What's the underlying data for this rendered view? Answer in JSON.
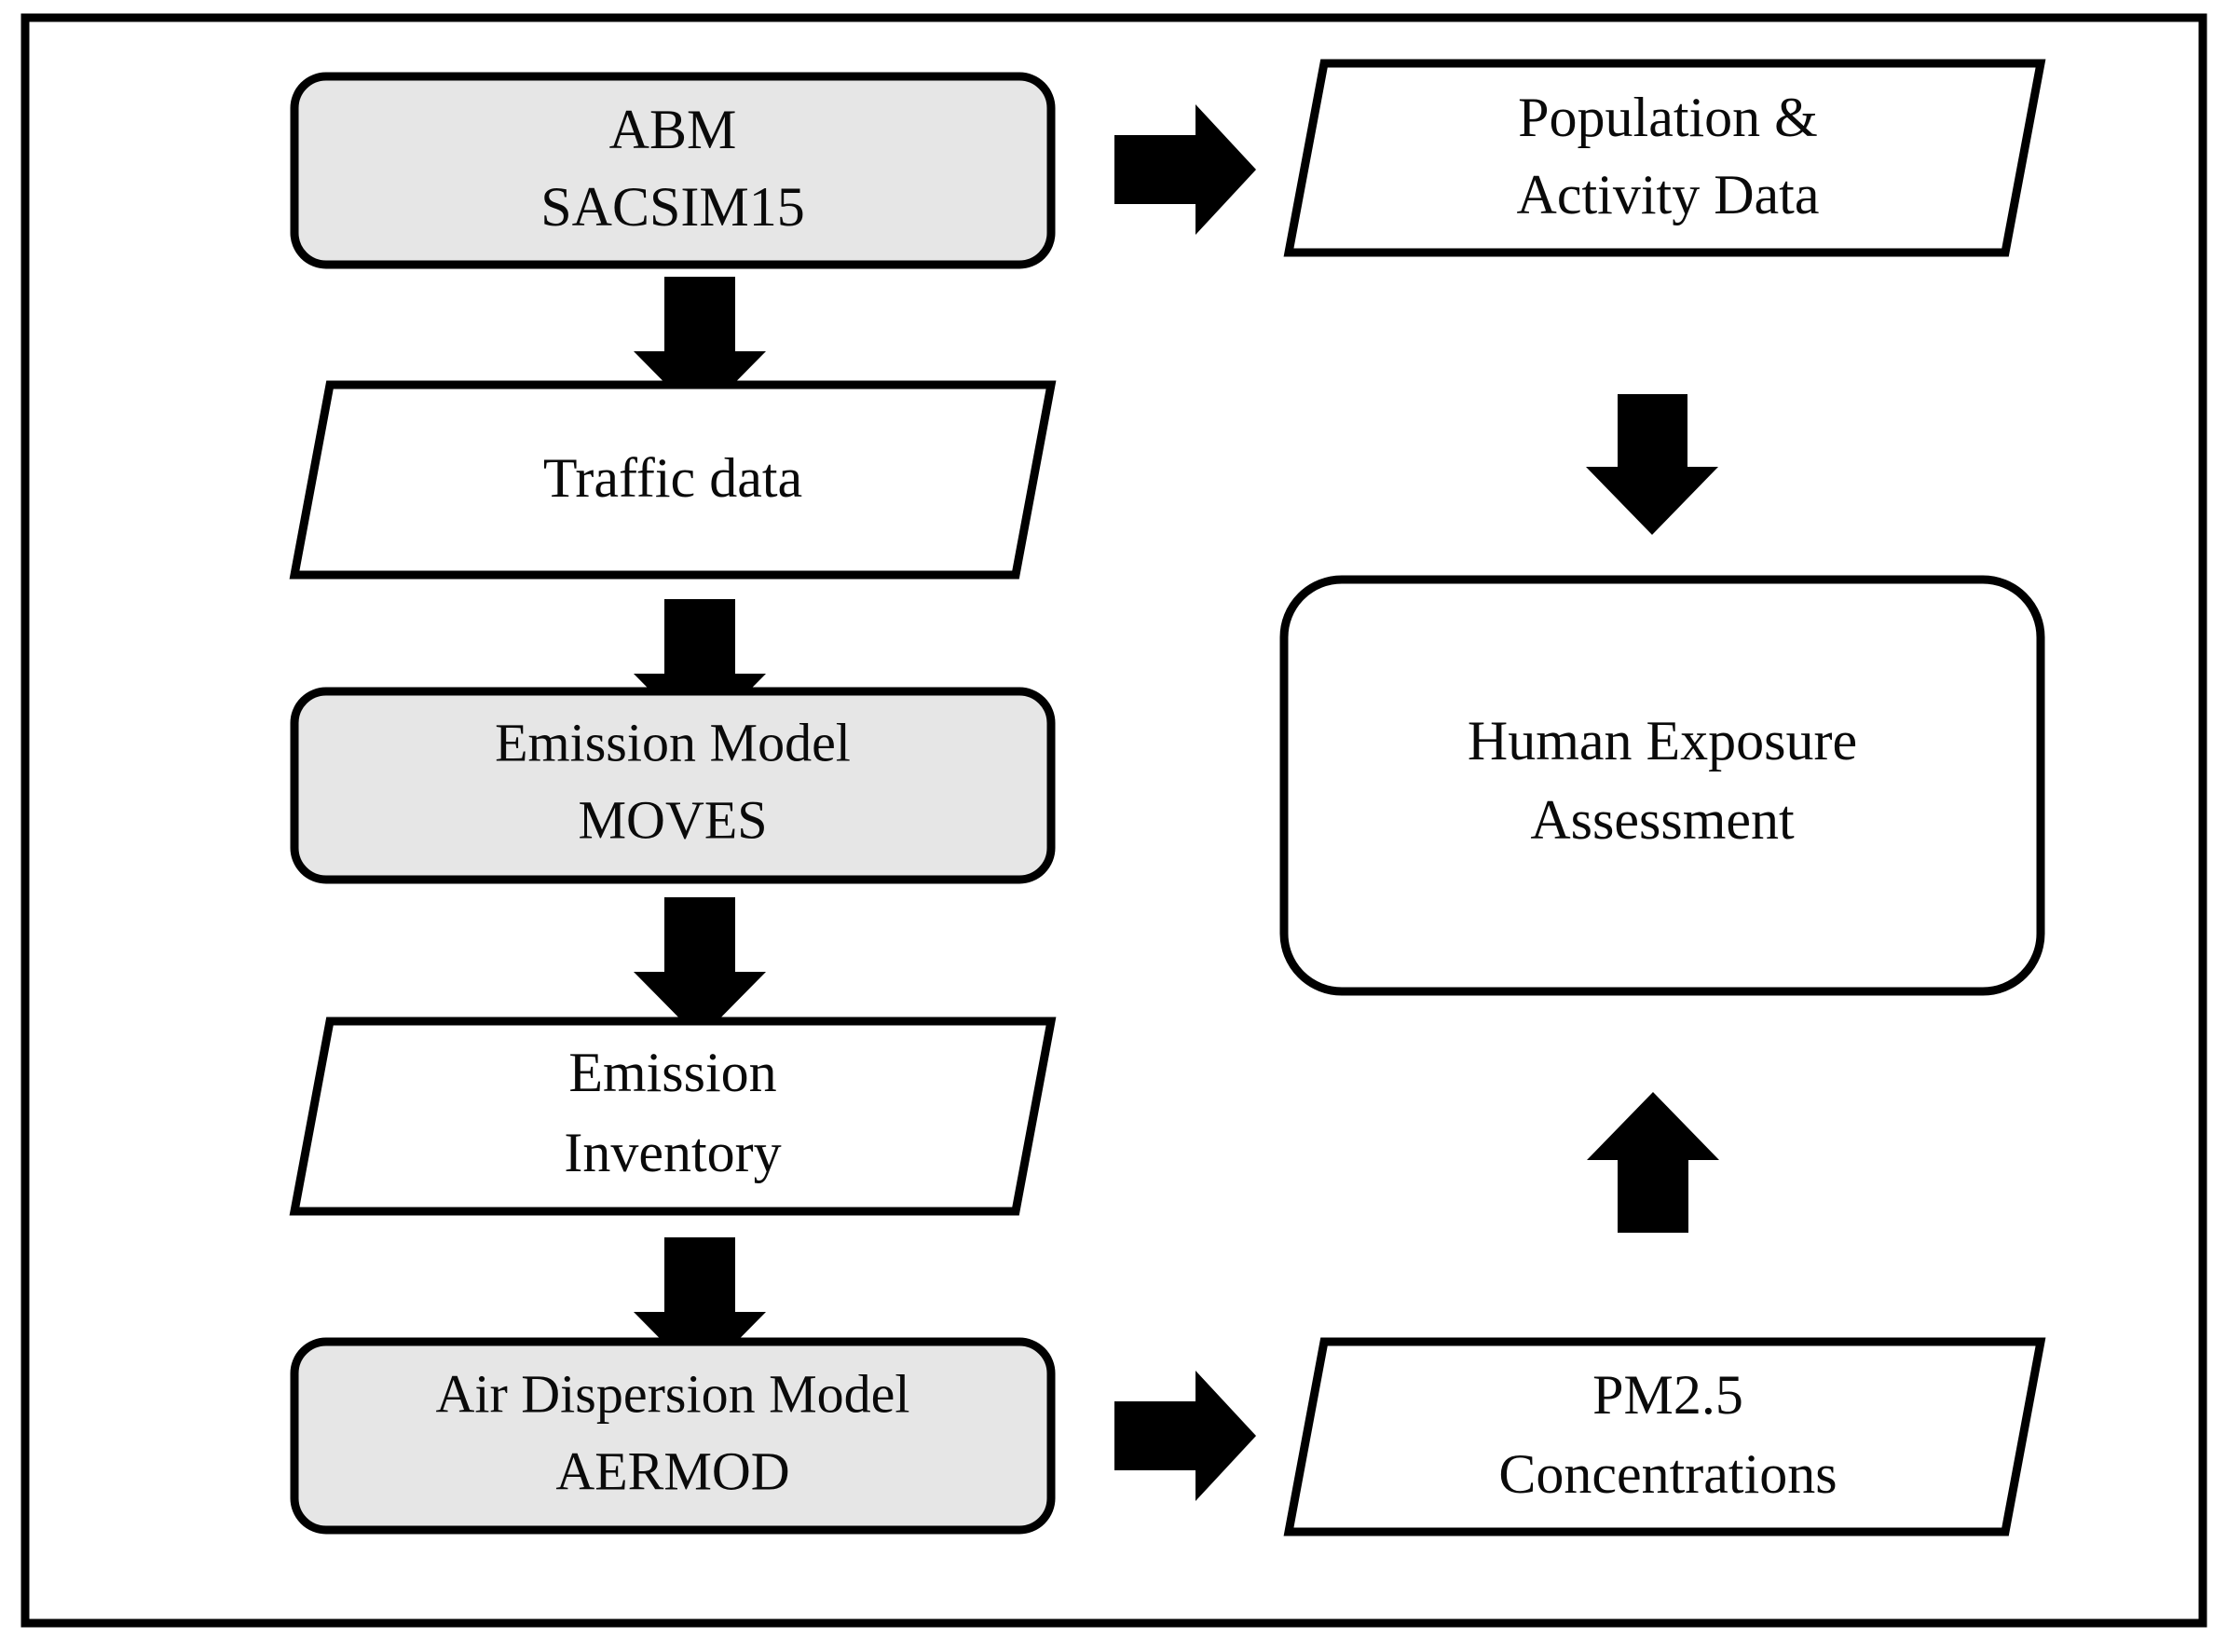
{
  "diagram": {
    "type": "flowchart",
    "title": "Integrated modeling framework flowchart",
    "colors": {
      "process_fill": "#e6e6e6",
      "data_fill": "#ffffff",
      "stroke": "#000000",
      "arrow": "#000000",
      "frame": "#000000",
      "text": "#0a0a0a"
    },
    "frame": {
      "label": "outer-frame",
      "stroke_width": 9
    },
    "nodes": [
      {
        "id": "abm",
        "shape": "rounded-rectangle",
        "kind": "process",
        "lines": [
          "ABM",
          "SACSIM15"
        ]
      },
      {
        "id": "population-activity-data",
        "shape": "parallelogram",
        "kind": "data",
        "lines": [
          "Population &",
          "Activity Data"
        ]
      },
      {
        "id": "traffic-data",
        "shape": "parallelogram",
        "kind": "data",
        "lines": [
          "Traffic data"
        ]
      },
      {
        "id": "emission-model",
        "shape": "rounded-rectangle",
        "kind": "process",
        "lines": [
          "Emission Model",
          "MOVES"
        ]
      },
      {
        "id": "human-exposure-assessment",
        "shape": "rounded-rectangle",
        "kind": "process-open",
        "lines": [
          "Human Exposure",
          "Assessment"
        ]
      },
      {
        "id": "emission-inventory",
        "shape": "parallelogram",
        "kind": "data",
        "lines": [
          "Emission",
          "Inventory"
        ]
      },
      {
        "id": "air-dispersion-model",
        "shape": "rounded-rectangle",
        "kind": "process",
        "lines": [
          "Air Dispersion Model",
          "AERMOD"
        ]
      },
      {
        "id": "pm25-concentrations",
        "shape": "parallelogram",
        "kind": "data",
        "lines": [
          "PM2.5",
          "Concentrations"
        ]
      }
    ],
    "arrows": [
      {
        "id": "abm-to-population",
        "direction": "right",
        "from": "abm",
        "to": "population-activity-data"
      },
      {
        "id": "abm-to-traffic",
        "direction": "down",
        "from": "abm",
        "to": "traffic-data"
      },
      {
        "id": "population-to-exposure",
        "direction": "down",
        "from": "population-activity-data",
        "to": "human-exposure-assessment"
      },
      {
        "id": "traffic-to-emission-model",
        "direction": "down",
        "from": "traffic-data",
        "to": "emission-model"
      },
      {
        "id": "emission-model-to-inventory",
        "direction": "down",
        "from": "emission-model",
        "to": "emission-inventory"
      },
      {
        "id": "inventory-to-dispersion",
        "direction": "down",
        "from": "emission-inventory",
        "to": "air-dispersion-model"
      },
      {
        "id": "dispersion-to-pm25",
        "direction": "right",
        "from": "air-dispersion-model",
        "to": "pm25-concentrations"
      },
      {
        "id": "pm25-to-exposure",
        "direction": "up",
        "from": "pm25-concentrations",
        "to": "human-exposure-assessment"
      }
    ]
  }
}
